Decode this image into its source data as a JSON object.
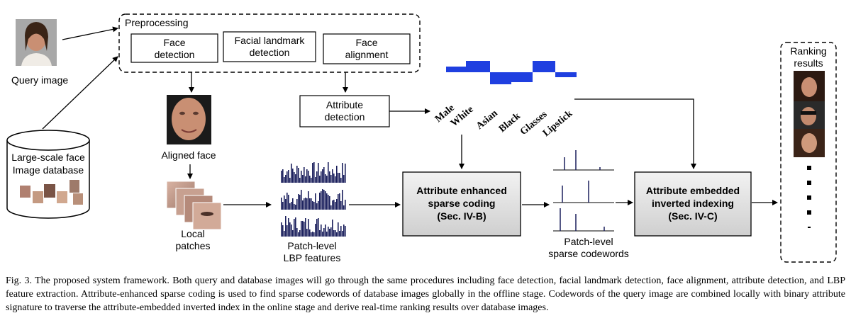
{
  "preprocessing": {
    "title": "Preprocessing",
    "steps": [
      [
        "Face",
        "detection"
      ],
      [
        "Facial landmark",
        "detection"
      ],
      [
        "Face",
        "alignment"
      ]
    ]
  },
  "query_label": "Query image",
  "database_label": [
    "Large-scale face",
    "Image database"
  ],
  "aligned_face_label": "Aligned face",
  "local_patches_label": [
    "Local",
    "patches"
  ],
  "lbp_label": [
    "Patch-level",
    "LBP features"
  ],
  "attribute_detection": [
    "Attribute",
    "detection"
  ],
  "attributes": [
    "Male",
    "White",
    "Asian",
    "Black",
    "Glasses",
    "Lipstick"
  ],
  "sparse_coding": [
    "Attribute enhanced",
    "sparse coding",
    "(Sec. IV-B)"
  ],
  "codewords_label": [
    "Patch-level",
    "sparse codewords"
  ],
  "inverted_indexing": [
    "Attribute embedded",
    "inverted indexing",
    "(Sec. IV-C)"
  ],
  "ranking_label": [
    "Ranking",
    "results"
  ],
  "caption": "Fig. 3.   The proposed system framework. Both query and database images will go through the same procedures including face detection, facial landmark detection, face alignment, attribute detection, and LBP feature extraction. Attribute-enhanced sparse coding is used to find sparse codewords of database images globally in the offline stage. Codewords of the query image are combined locally with binary attribute signature to traverse the attribute-embedded inverted index in the online stage and derive real-time ranking results over database images.",
  "colors": {
    "signature_bar": "#1f3fe0",
    "lbp_bar": "#1a1f5c",
    "process_box_fill": "#e0e0e0",
    "skin": "#c98f73"
  },
  "icons": [
    "face-photo",
    "database-cylinder",
    "bar-histogram",
    "arrow"
  ]
}
